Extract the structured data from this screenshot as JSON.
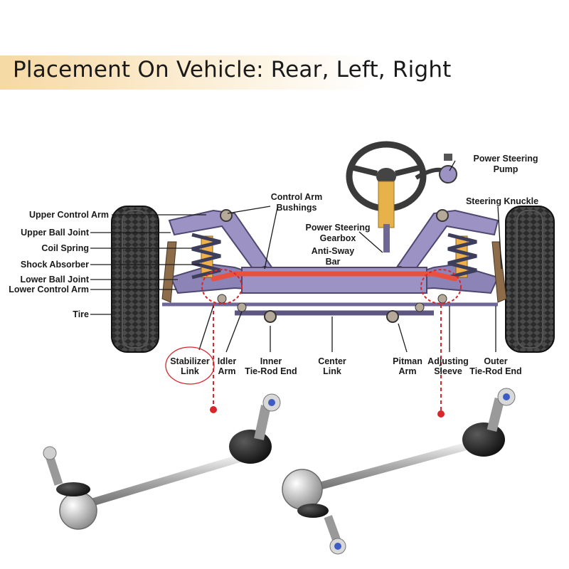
{
  "title": "Placement On Vehicle: Rear, Left, Right",
  "labels": {
    "upper_control_arm": "Upper Control Arm",
    "upper_ball_joint": "Upper Ball Joint",
    "coil_spring": "Coil Spring",
    "shock_absorber": "Shock Absorber",
    "lower_ball_joint": "Lower Ball Joint",
    "lower_control_arm": "Lower Control Arm",
    "tire": "Tire",
    "control_arm_bushings_1": "Control Arm",
    "control_arm_bushings_2": "Bushings",
    "power_steering_gearbox_1": "Power Steering",
    "power_steering_gearbox_2": "Gearbox",
    "anti_sway_bar_1": "Anti-Sway",
    "anti_sway_bar_2": "Bar",
    "power_steering_pump_1": "Power Steering",
    "power_steering_pump_2": "Pump",
    "steering_knuckle": "Steering Knuckle",
    "stabilizer_link_1": "Stabilizer",
    "stabilizer_link_2": "Link",
    "idler_arm_1": "Idler",
    "idler_arm_2": "Arm",
    "inner_tie_rod_end_1": "Inner",
    "inner_tie_rod_end_2": "Tie-Rod End",
    "center_link_1": "Center",
    "center_link_2": "Link",
    "pitman_arm_1": "Pitman",
    "pitman_arm_2": "Arm",
    "adjusting_sleeve_1": "Adjusting",
    "adjusting_sleeve_2": "Sleeve",
    "outer_tie_rod_end_1": "Outer",
    "outer_tie_rod_end_2": "Tie-Rod End"
  },
  "colors": {
    "frame": "#9c93c4",
    "frame_dark": "#6f6797",
    "sway_bar": "#e8503f",
    "spring": "#3c3e5c",
    "shock": "#f0b04a",
    "tire": "#2b2b2b",
    "highlight": "#d8262b",
    "title_band": "#f6d9a4"
  }
}
